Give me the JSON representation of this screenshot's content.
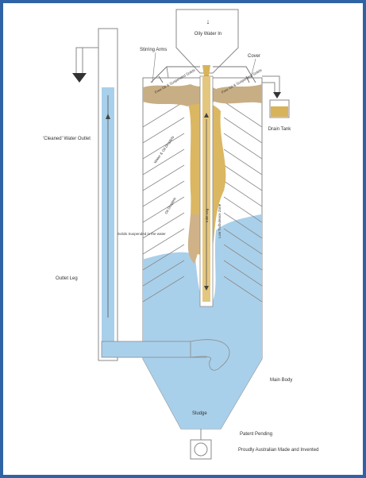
{
  "labels": {
    "oily_water_in": "Oily Water In",
    "stirring_arms": "Stirring Arms",
    "cover": "Cover",
    "cleaned_water_outlet": "'Cleaned' Water Outlet",
    "drain_tank": "Drain Tank",
    "free_oil_left": "Free Oil & Suspended Solids",
    "free_oil_right": "Free Oil & Suspended Solids",
    "water_oil_droplets": "Water & Oil Droplets",
    "oil_droplets": "Oil Droplets",
    "inlet_leg": "Inlet Leg",
    "low_turbulence_zone": "Low Turbulence Zone",
    "solids_suspended": "Solids Suspended in the water",
    "outlet_leg": "Outlet Leg",
    "main_body": "Main Body",
    "sludge": "Sludge",
    "patent_pending": "Patent Pending",
    "proudly_australian": "Proudly Australian Made and Invented"
  },
  "colors": {
    "frame": "#2f63a6",
    "water": "#a9d0ea",
    "oil": "#d9b35a",
    "scum": "#c8ae84",
    "line": "#8a8a8a"
  }
}
